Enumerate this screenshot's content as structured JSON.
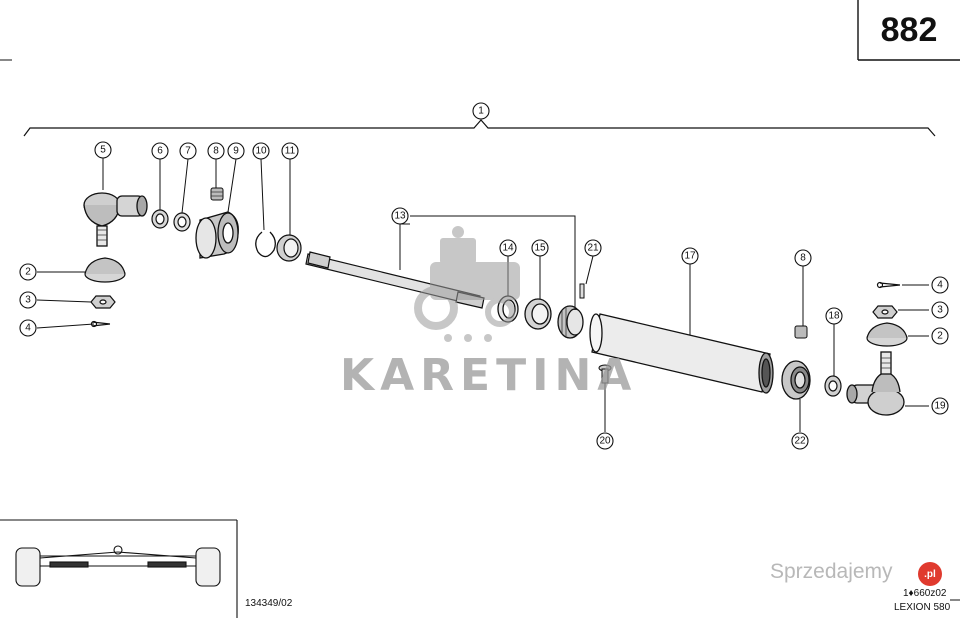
{
  "page_number": "882",
  "drawing_number_left": "134349/02",
  "drawing_number_right": "1♦660z02",
  "model": "LEXION 580",
  "watermark": {
    "brand": "KARETINA",
    "site": "Sprzedajemy",
    "site_badge": ".pl"
  },
  "callouts": {
    "c1": "1",
    "c2l": "2",
    "c3l": "3",
    "c4l": "4",
    "c5": "5",
    "c6": "6",
    "c7": "7",
    "c8a": "8",
    "c9": "9",
    "c10": "10",
    "c11": "11",
    "c13": "13",
    "c14": "14",
    "c15": "15",
    "c17": "17",
    "c8b": "8",
    "c18": "18",
    "c4r": "4",
    "c3r": "3",
    "c2r": "2",
    "c19": "19",
    "c20": "20",
    "c21": "21",
    "c22": "22"
  }
}
